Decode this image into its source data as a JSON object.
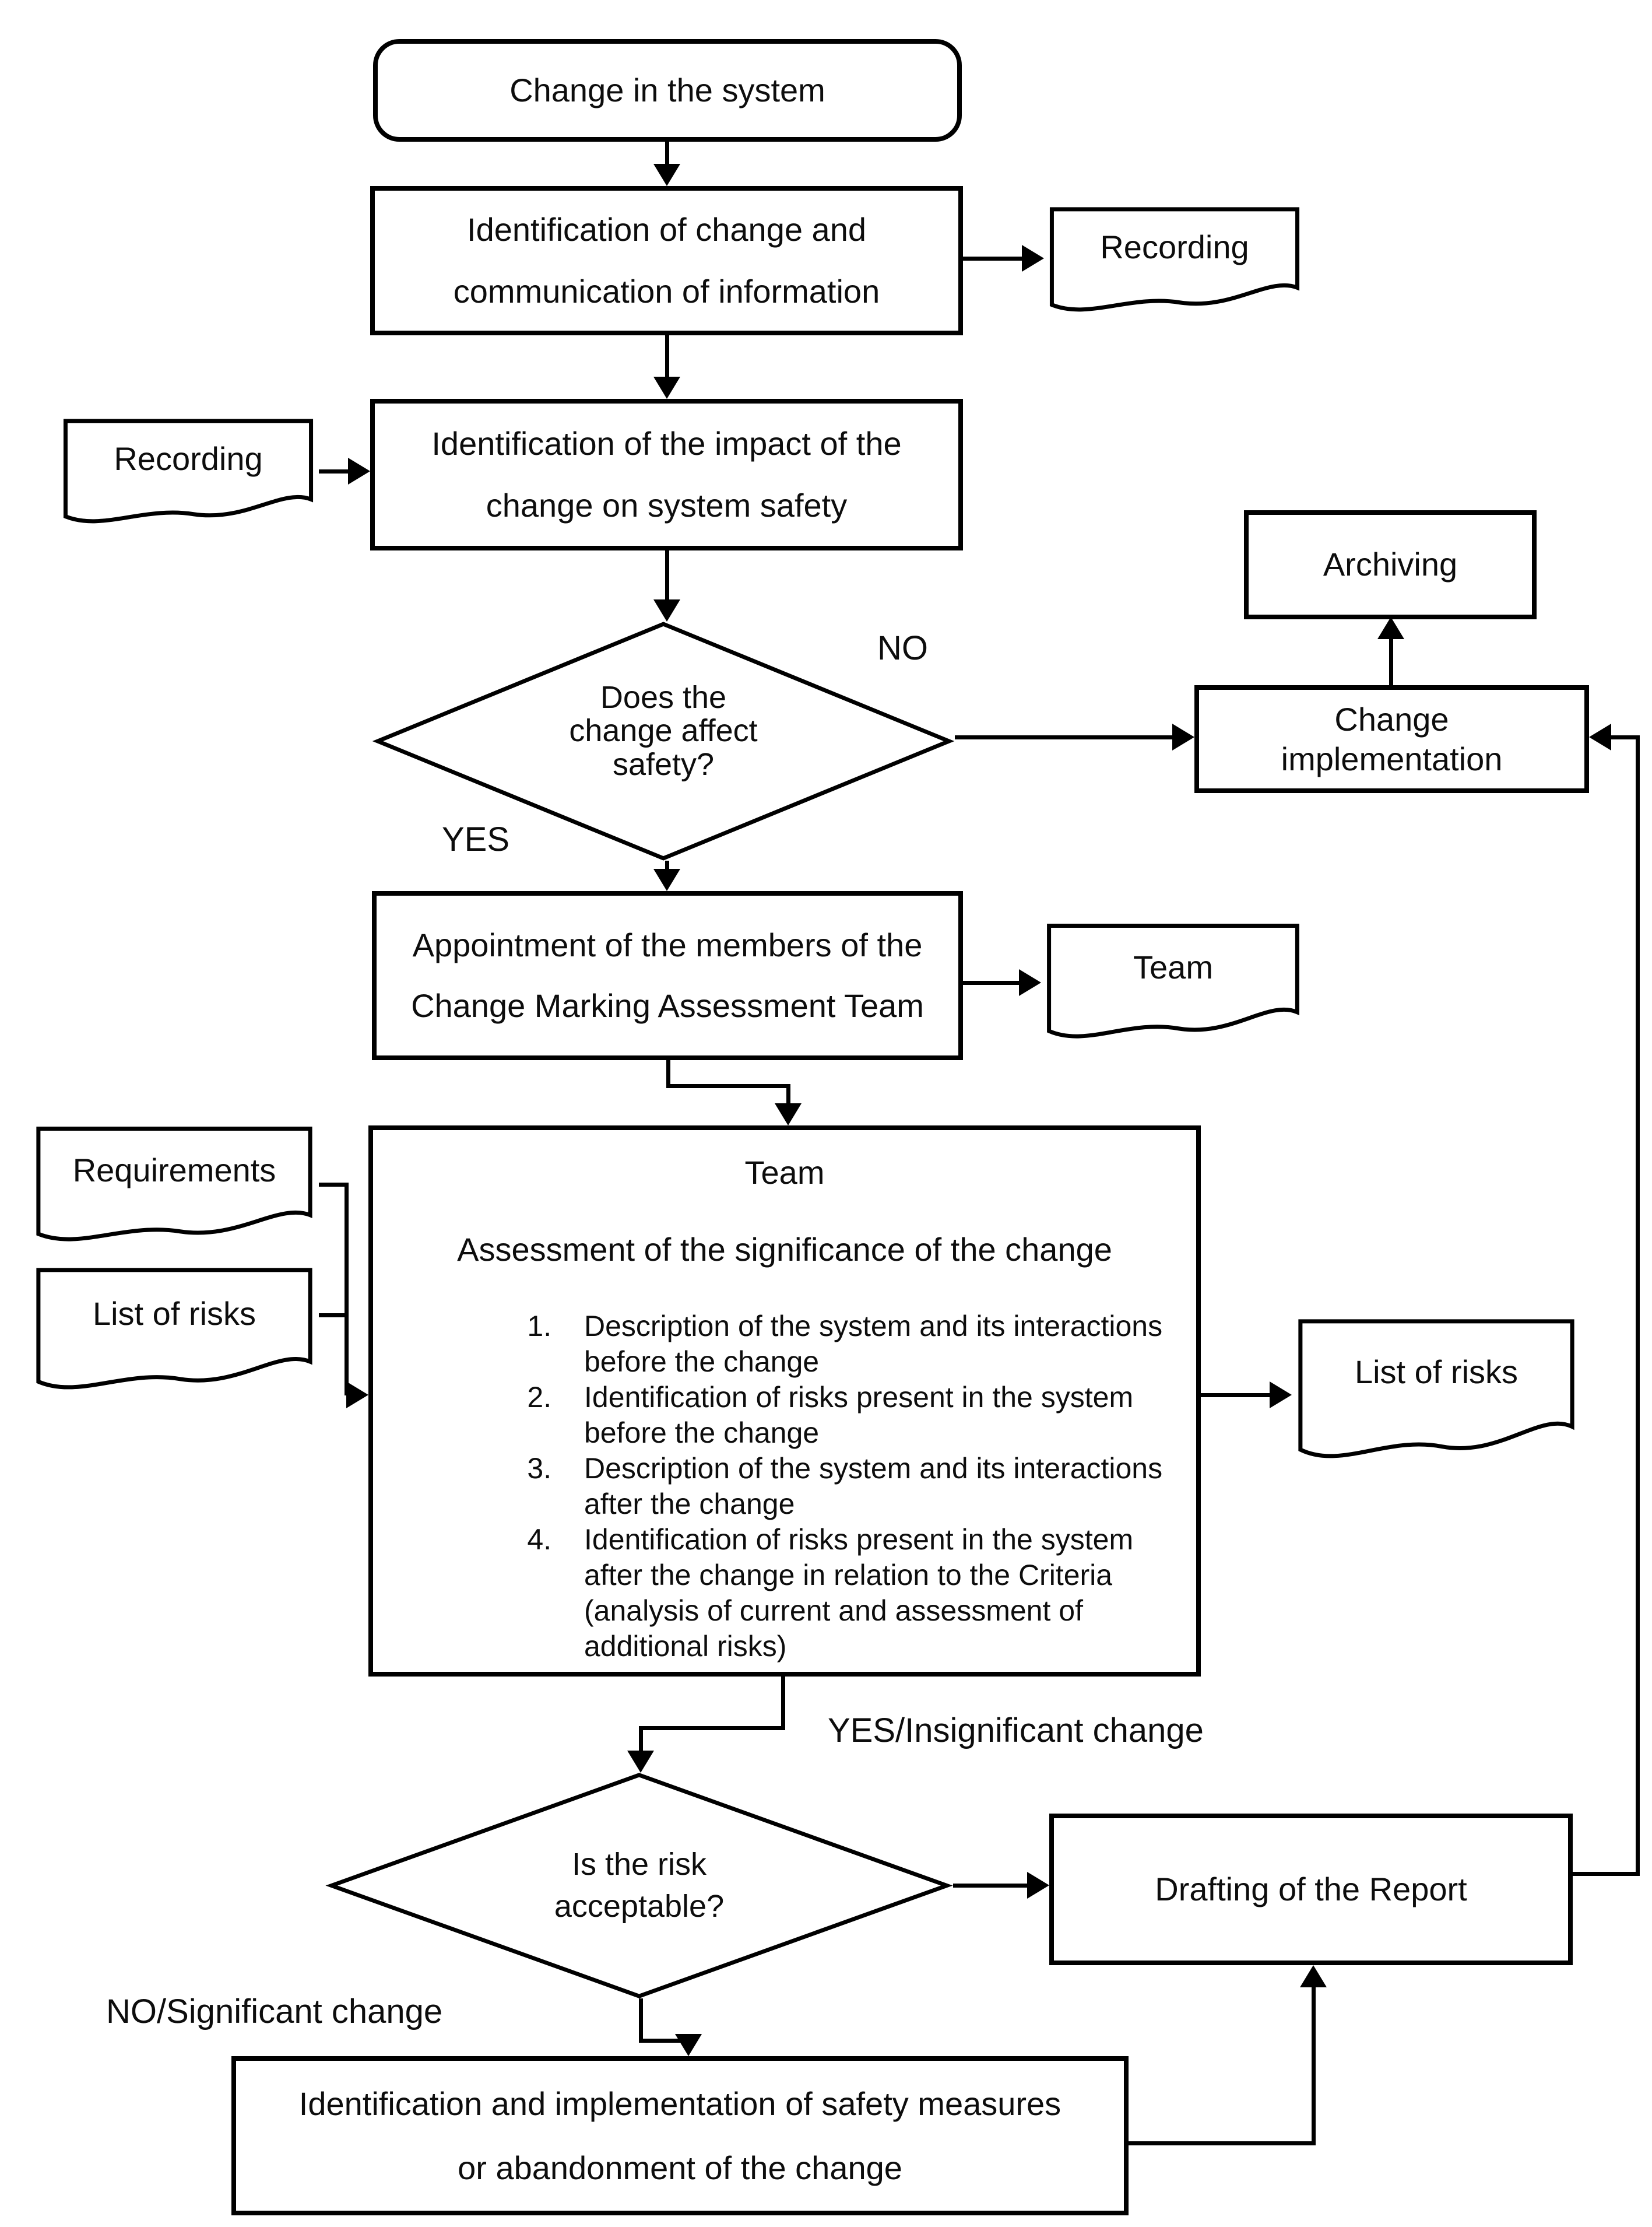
{
  "nodes": {
    "start": {
      "label": "Change in the system",
      "shape": "rounded"
    },
    "identify_change": {
      "label": "Identification of change and communication of information",
      "shape": "process"
    },
    "recording_out": {
      "label": "Recording",
      "shape": "document"
    },
    "recording_in": {
      "label": "Recording",
      "shape": "document"
    },
    "impact": {
      "label": "Identification of the impact of the change on system safety",
      "shape": "process"
    },
    "safety_decision": {
      "label": "Does the change affect safety?",
      "shape": "decision"
    },
    "archiving": {
      "label": "Archiving",
      "shape": "process"
    },
    "change_implementation": {
      "label": "Change implementation",
      "shape": "process"
    },
    "appointment": {
      "label": "Appointment of the members of the Change Marking Assessment Team",
      "shape": "process"
    },
    "team_doc": {
      "label": "Team",
      "shape": "document"
    },
    "assessment": {
      "title": "Team",
      "subtitle": "Assessment of the significance of the change",
      "items": [
        "Description of the system and its interactions before the change",
        "Identification of risks present in the system before the change",
        "Description of the system and its interactions after the change",
        "Identification of risks present in the system after the change in relation to the Criteria (analysis of current and assessment of additional risks)"
      ],
      "shape": "process"
    },
    "requirements_doc": {
      "label": "Requirements",
      "shape": "document"
    },
    "list_of_risks_in": {
      "label": "List of risks",
      "shape": "document"
    },
    "list_of_risks_out": {
      "label": "List of risks",
      "shape": "document"
    },
    "risk_decision": {
      "label": "Is the risk acceptable?",
      "shape": "decision"
    },
    "drafting_report": {
      "label": "Drafting of the Report",
      "shape": "process"
    },
    "safety_measures": {
      "label": "Identification and implementation of safety measures or abandonment of the change",
      "shape": "process"
    }
  },
  "edge_labels": {
    "no": "NO",
    "yes": "YES",
    "yes_insignificant": "YES/Insignificant change",
    "no_significant": "NO/Significant change"
  },
  "colors": {
    "line": "#000000",
    "background": "#ffffff",
    "text": "#111111"
  }
}
